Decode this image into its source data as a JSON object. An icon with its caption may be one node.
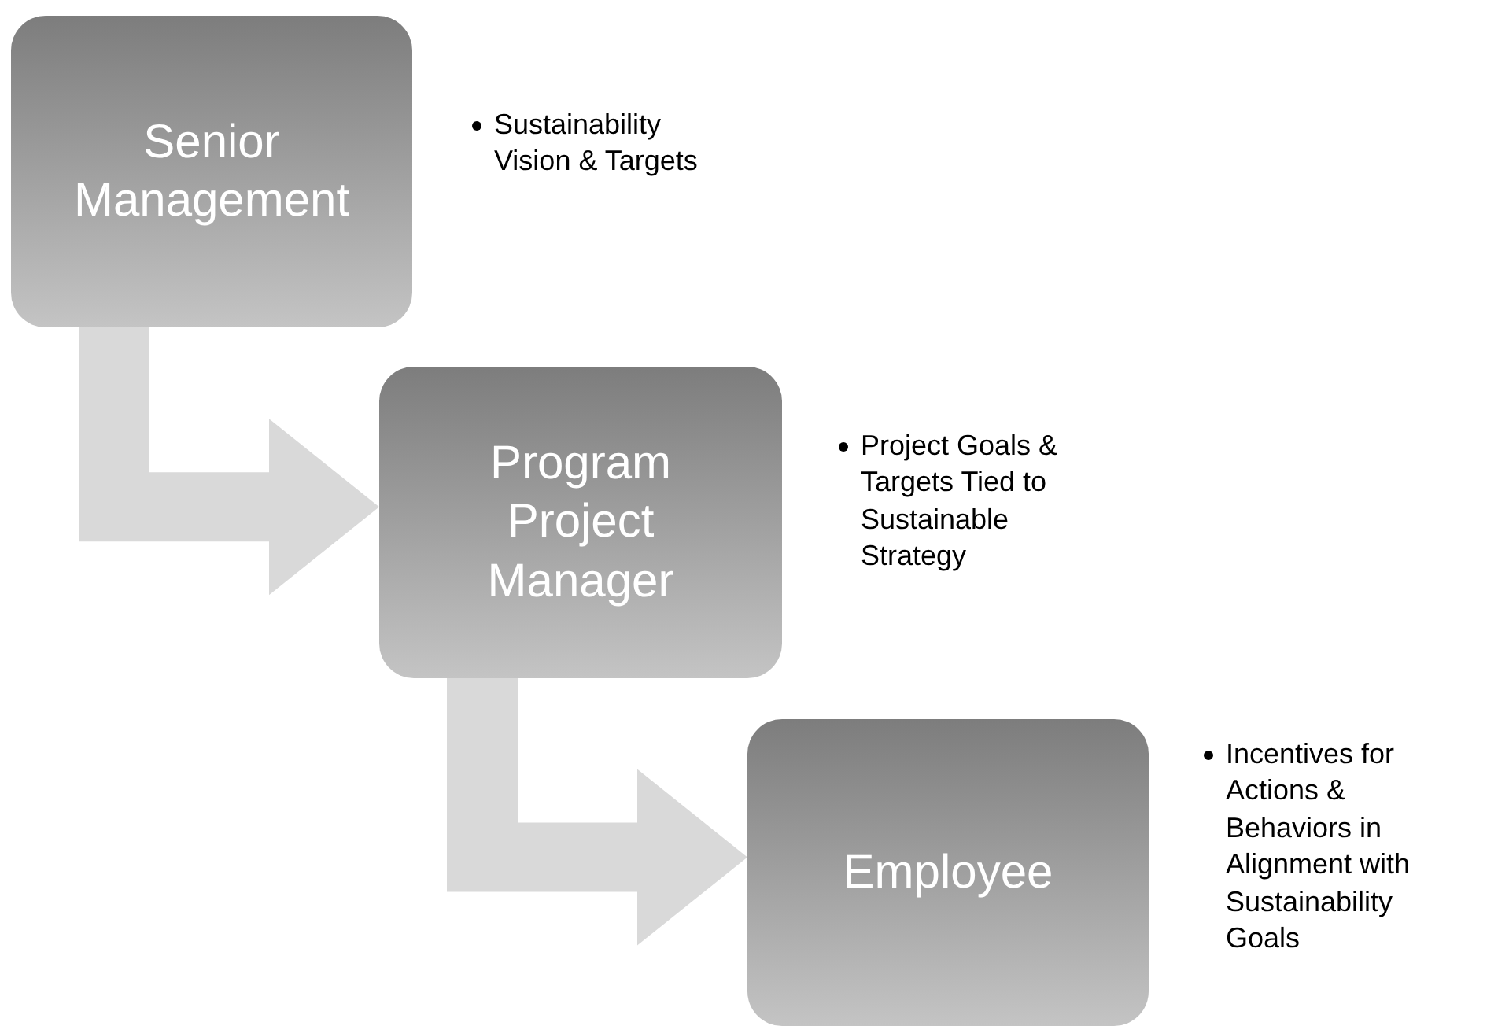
{
  "diagram": {
    "nodes": [
      {
        "text": [
          "Senior Management"
        ],
        "beside": [
          "Sustainability Vision & Targets"
        ]
      },
      {
        "text": [
          "Program Project Manager"
        ],
        "beside": [
          "Project Goals & Targets Tied to Sustainable Strategy"
        ]
      },
      {
        "text": [
          "Employee"
        ],
        "beside": [
          "Incentives for Actions & Behaviors in Alignment with Sustainability Goals"
        ]
      }
    ],
    "edges": [
      {
        "from": 0,
        "to": 1,
        "arrow": "to"
      },
      {
        "from": 1,
        "to": 2,
        "arrow": "to"
      }
    ]
  }
}
